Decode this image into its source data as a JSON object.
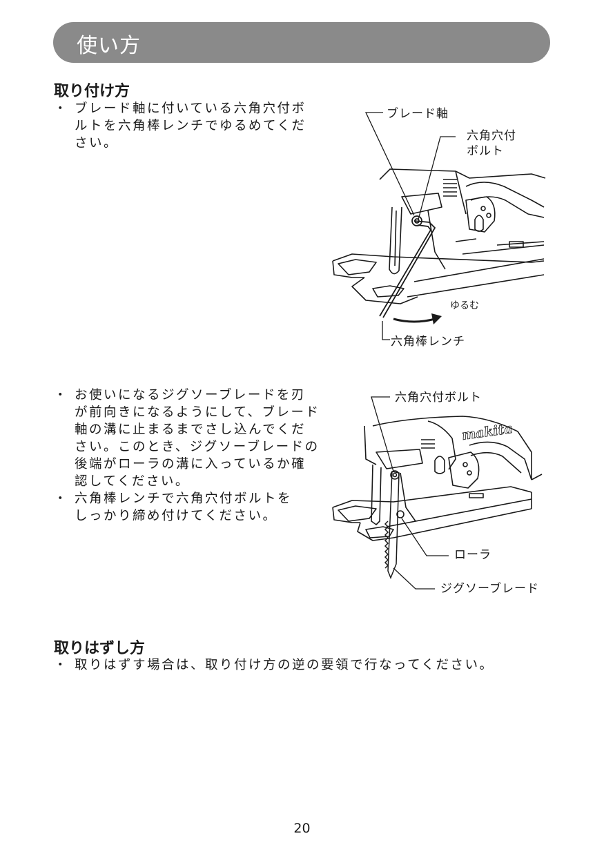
{
  "header": {
    "title": "使い方"
  },
  "attach": {
    "heading": "取り付け方",
    "bullet_mark": "・",
    "step1": [
      "ブレード軸に付いている六角穴付ボ",
      "ルトを六角棒レンチでゆるめてくだ",
      "さい。"
    ],
    "step2": [
      "お使いになるジグソーブレードを刃",
      "が前向きになるようにして、ブレード",
      "軸の溝に止まるまでさし込んでくだ",
      "さい。このとき、ジグソーブレードの",
      "後端がローラの溝に入っているか確",
      "認してください。"
    ],
    "step3": [
      "六角棒レンチで六角穴付ボルトを",
      "しっかり締め付けてください。"
    ]
  },
  "figure1": {
    "label_blade_shaft": "ブレード軸",
    "label_hex_bolt_line1": "六角穴付",
    "label_hex_bolt_line2": "ボルト",
    "label_loosen": "ゆるむ",
    "label_hex_wrench": "六角棒レンチ"
  },
  "figure2": {
    "label_hex_bolt": "六角穴付ボルト",
    "label_roller": "ローラ",
    "label_jigsaw_blade": "ジグソーブレード",
    "brand_logo": "makita"
  },
  "remove": {
    "heading": "取りはずし方",
    "bullet_mark": "・",
    "step1": "取りはずす場合は、取り付け方の逆の要領で行なってください。"
  },
  "footer": {
    "page_number": "20"
  }
}
